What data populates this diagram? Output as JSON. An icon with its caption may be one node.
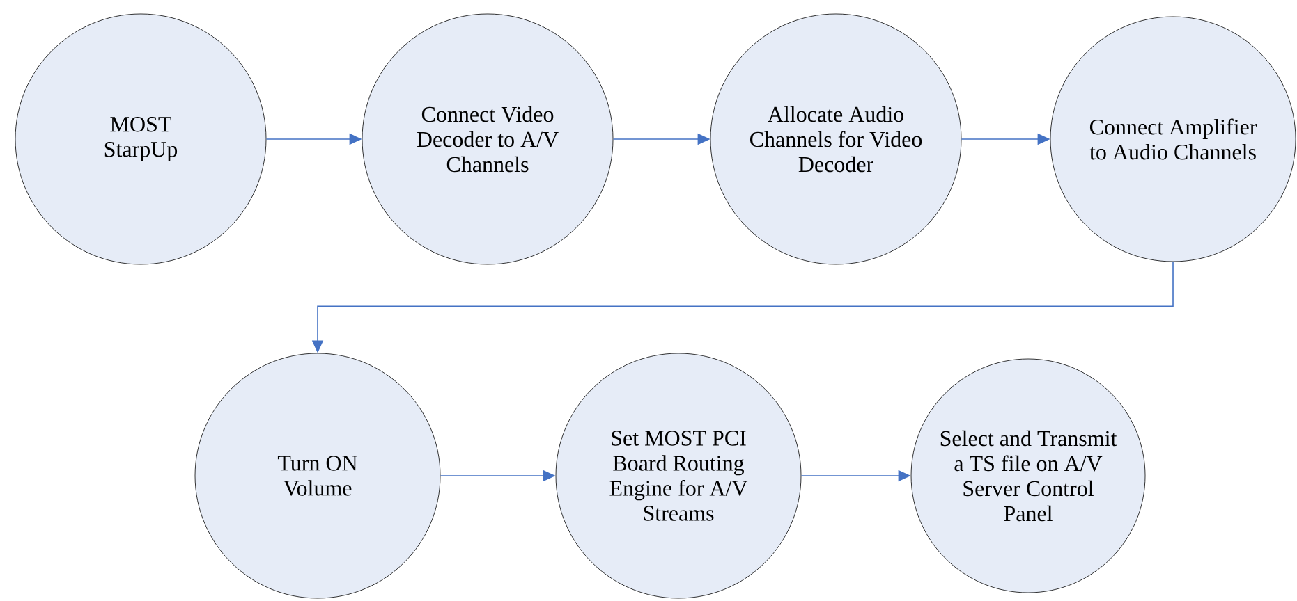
{
  "diagram": {
    "nodes": [
      {
        "text": [
          "MOST StarpUp"
        ]
      },
      {
        "text": [
          "Connect Video Decoder to A/V Channels"
        ]
      },
      {
        "text": [
          "Allocate Audio Channels for Video Decoder"
        ]
      },
      {
        "text": [
          "Connect Amplifier to Audio Channels"
        ]
      },
      {
        "text": [
          "Turn ON Volume"
        ]
      },
      {
        "text": [
          "Set MOST PCI Board Routing Engine for A/V Streams"
        ]
      },
      {
        "text": [
          "Select and Transmit a TS file on A/V Server Control Panel"
        ]
      }
    ],
    "edges": [
      {
        "from": 0,
        "to": 1,
        "arrow": "to"
      },
      {
        "from": 1,
        "to": 2,
        "arrow": "to"
      },
      {
        "from": 2,
        "to": 3,
        "arrow": "to"
      },
      {
        "from": 3,
        "to": 4,
        "arrow": "to"
      },
      {
        "from": 4,
        "to": 5,
        "arrow": "to"
      },
      {
        "from": 5,
        "to": 6,
        "arrow": "to"
      }
    ]
  }
}
